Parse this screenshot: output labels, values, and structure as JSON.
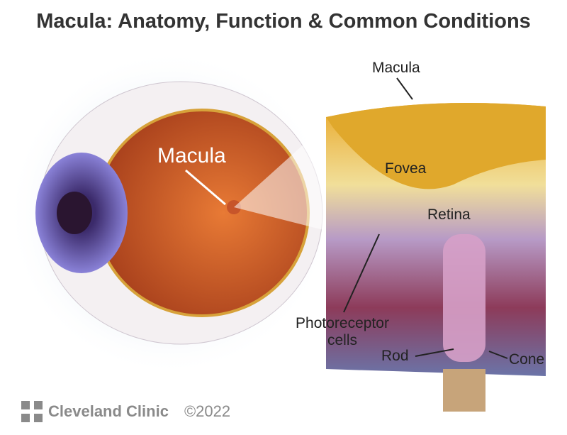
{
  "title": "Macula: Anatomy, Function & Common Conditions",
  "labels": {
    "macula_eye": "Macula",
    "macula_top": "Macula",
    "fovea": "Fovea",
    "retina": "Retina",
    "photoreceptor": "Photoreceptor cells",
    "rod": "Rod",
    "cone": "Cone"
  },
  "footer": {
    "brand": "Cleveland Clinic",
    "copyright": "©2022"
  }
}
